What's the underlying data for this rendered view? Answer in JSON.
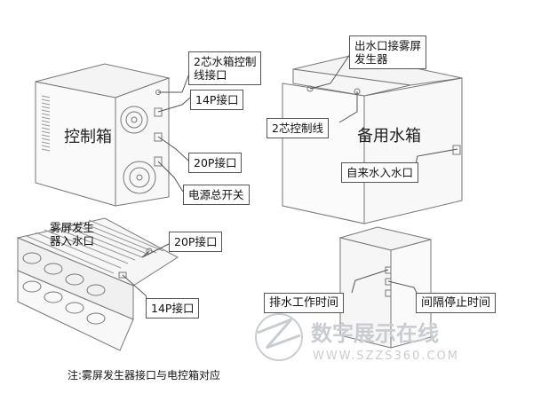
{
  "labels": {
    "cable_2core_water_tank": [
      "2芯水箱控制",
      "线接口"
    ],
    "port_14p_top": "14P接口",
    "port_20p_top": "20P接口",
    "main_power_switch": "电源总开关",
    "water_outlet": [
      "出水口接雾屏",
      "发生器"
    ],
    "cable_2core": "2芯控制线",
    "tap_water_inlet": "自来水入水口",
    "fog_inlet": [
      "雾屏发生",
      "器入水口"
    ],
    "port_20p_bottom": "20P接口",
    "port_14p_bottom": "14P接口",
    "drain_time": "排水工作时间",
    "interval_time": "间隔停止时间"
  },
  "titles": {
    "control_box": "控制箱",
    "backup_tank": "备用水箱"
  },
  "note": "注:雾屏发生器接口与电控箱对应",
  "watermark": {
    "cn": "数字展示在线",
    "url": "WWW.SZZS360.COM"
  },
  "colors": {
    "line": "#555555",
    "watermark": "#c9ccd1"
  }
}
